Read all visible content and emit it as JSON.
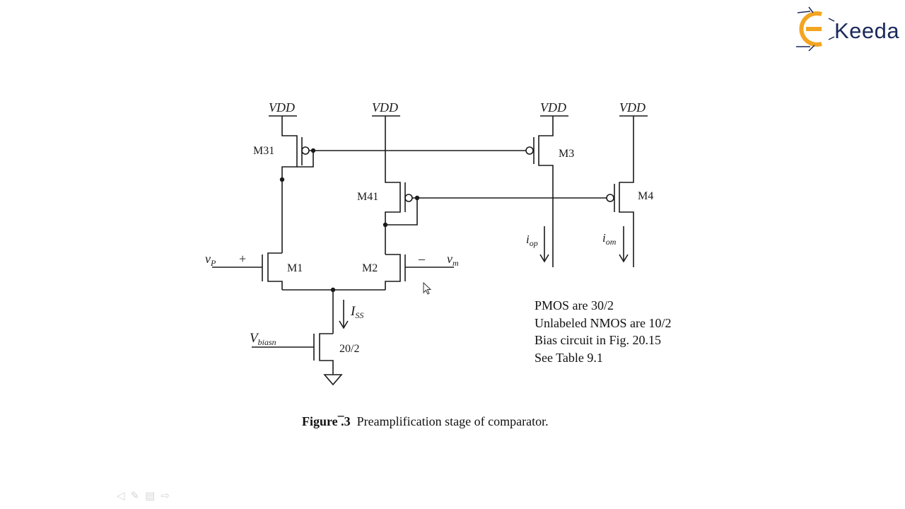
{
  "brand": {
    "logo_letter": "E",
    "logo_text": "Keeda",
    "accent_orange": "#f3a521",
    "text_navy": "#1a2a5a"
  },
  "circuit": {
    "supply_labels": [
      "VDD",
      "VDD",
      "VDD",
      "VDD"
    ],
    "transistors": {
      "m31": "M31",
      "m3": "M3",
      "m41": "M41",
      "m4": "M4",
      "m1": "M1",
      "m2": "M2",
      "tail_size": "20/2"
    },
    "signals": {
      "vp": "v",
      "vp_sub": "P",
      "vp_sign": "+",
      "vm": "v",
      "vm_sub": "m",
      "vm_sign": "–",
      "iop": "i",
      "iop_sub": "op",
      "iom": "i",
      "iom_sub": "om",
      "iss": "I",
      "iss_sub": "SS",
      "vbias": "V",
      "vbias_sub": "biasn"
    }
  },
  "notes": [
    "PMOS are 30/2",
    "Unlabeled NMOS are 10/2",
    "Bias circuit in Fig. 20.15",
    "See Table 9.1"
  ],
  "caption": {
    "label": "Figure",
    "number": " ̅.3",
    "text": "Preamplification stage of comparator."
  },
  "slide_controls": [
    "◁",
    "✎",
    "▤",
    "⇨"
  ]
}
